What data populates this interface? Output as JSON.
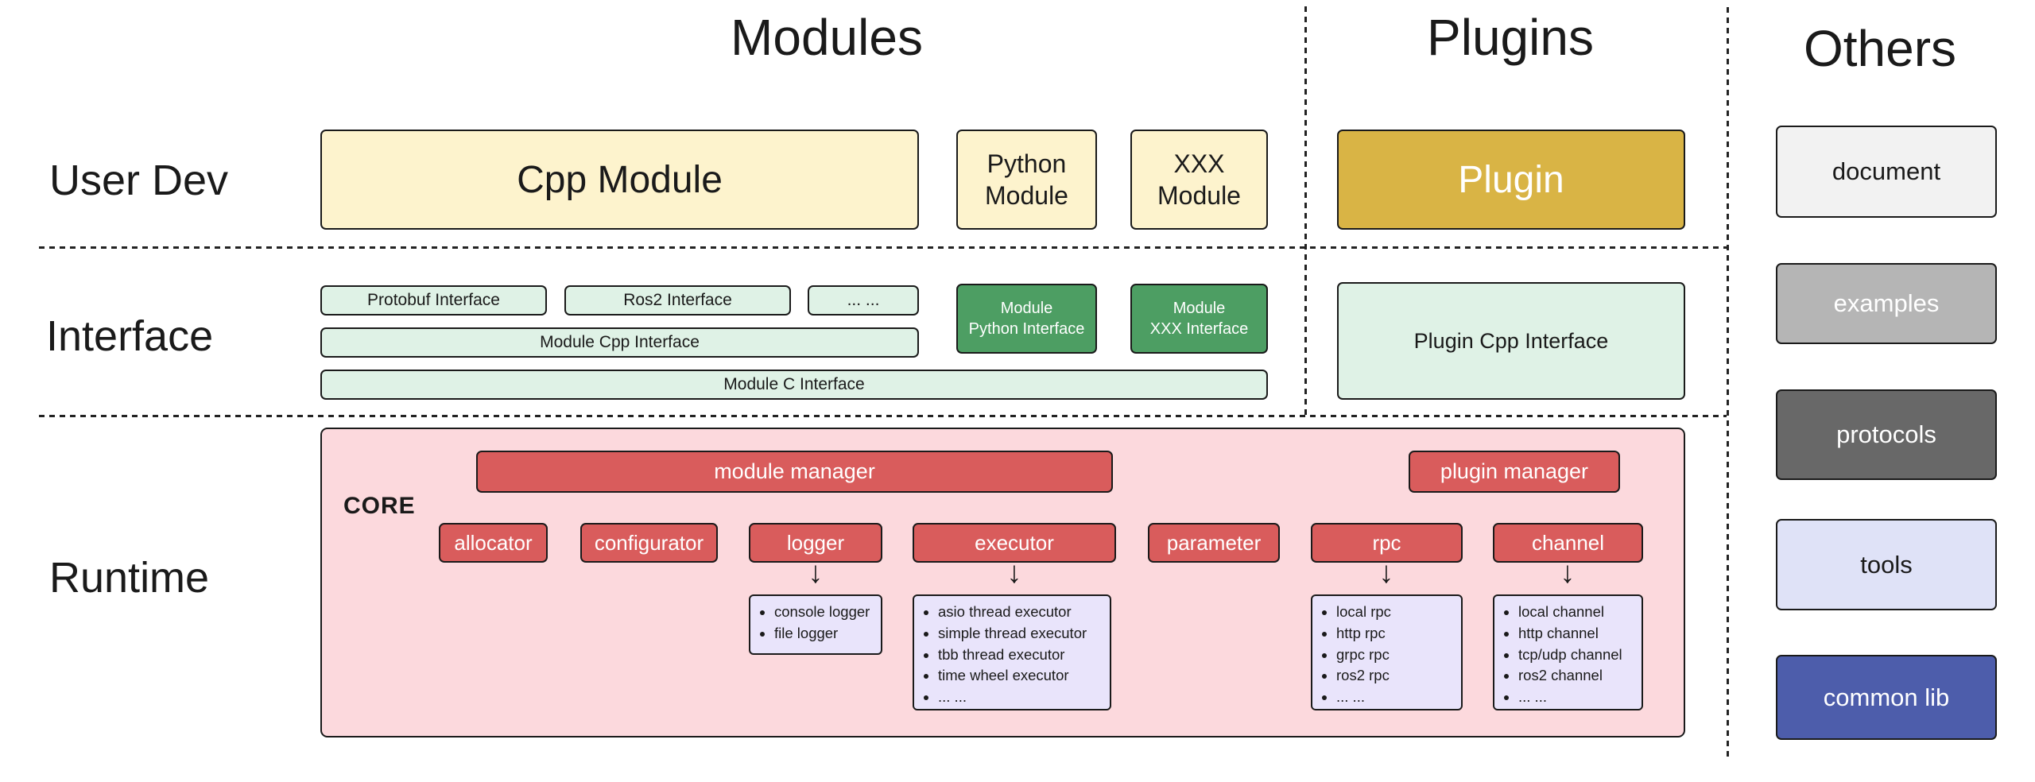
{
  "headers": {
    "modules": "Modules",
    "plugins": "Plugins",
    "others": "Others"
  },
  "rows": {
    "user_dev": "User Dev",
    "interface": "Interface",
    "runtime": "Runtime"
  },
  "modules": {
    "user_dev": {
      "cpp_module": "Cpp Module",
      "python_module": "Python\nModule",
      "xxx_module": "XXX\nModule"
    },
    "interface": {
      "protobuf": "Protobuf Interface",
      "ros2": "Ros2 Interface",
      "dots": "... ...",
      "module_python": "Module\nPython Interface",
      "module_xxx": "Module\nXXX Interface",
      "module_cpp": "Module Cpp Interface",
      "module_c": "Module C Interface"
    }
  },
  "plugins": {
    "plugin": "Plugin",
    "plugin_cpp_interface": "Plugin Cpp Interface"
  },
  "runtime": {
    "core_label": "CORE",
    "module_manager": "module manager",
    "plugin_manager": "plugin manager",
    "components": [
      "allocator",
      "configurator",
      "logger",
      "executor",
      "parameter",
      "rpc",
      "channel"
    ],
    "arrow": "↓",
    "logger_items": [
      "console logger",
      "file logger"
    ],
    "executor_items": [
      "asio thread executor",
      "simple thread executor",
      "tbb thread executor",
      "time wheel executor",
      "... ..."
    ],
    "rpc_items": [
      "local rpc",
      "http rpc",
      "grpc rpc",
      "ros2 rpc",
      "... ..."
    ],
    "channel_items": [
      "local channel",
      "http channel",
      "tcp/udp channel",
      "ros2 channel",
      "... ..."
    ]
  },
  "others": {
    "items": [
      {
        "label": "document",
        "bg": "#f2f2f2",
        "fg": "#1a1a1a"
      },
      {
        "label": "examples",
        "bg": "#b5b5b5",
        "fg": "#ffffff"
      },
      {
        "label": "protocols",
        "bg": "#686868",
        "fg": "#ffffff"
      },
      {
        "label": "tools",
        "bg": "#dfe2f7",
        "fg": "#1a1a1a"
      },
      {
        "label": "common lib",
        "bg": "#4d5dab",
        "fg": "#ffffff"
      }
    ]
  },
  "colors": {
    "cream": "#fdf3cd",
    "gold": "#d9b445",
    "green_light": "#dff2e6",
    "green_dark": "#4d9e63",
    "pink_core": "#fcd9dd",
    "red_component": "#d95c5c",
    "purple_list": "#e9e4fb",
    "border": "#1a1a1a"
  }
}
